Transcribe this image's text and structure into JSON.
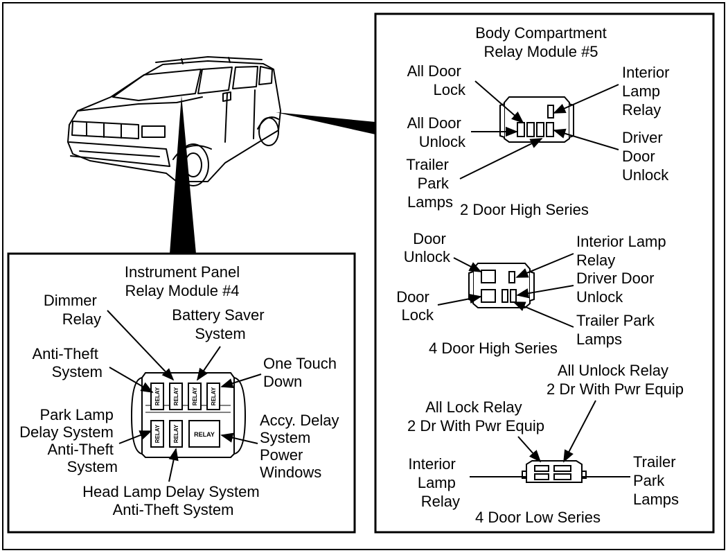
{
  "body_module": {
    "title_line1": "Body Compartment",
    "title_line2": "Relay Module #5",
    "two_door_high": {
      "series": "2 Door High Series",
      "all_door_lock": [
        "All Door",
        "Lock"
      ],
      "all_door_unlock": [
        "All Door",
        "Unlock"
      ],
      "trailer_park_lamps": [
        "Trailer",
        "Park",
        "Lamps"
      ],
      "interior_lamp_relay": [
        "Interior",
        "Lamp",
        "Relay"
      ],
      "driver_door_unlock": [
        "Driver",
        "Door",
        "Unlock"
      ]
    },
    "four_door_high": {
      "series": "4 Door High Series",
      "door_unlock": [
        "Door",
        "Unlock"
      ],
      "door_lock": [
        "Door",
        "Lock"
      ],
      "interior_lamp_relay": [
        "Interior Lamp",
        "Relay"
      ],
      "driver_door_unlock": [
        "Driver Door",
        "Unlock"
      ],
      "trailer_park_lamps": [
        "Trailer Park",
        "Lamps"
      ]
    },
    "four_door_low": {
      "series": "4 Door Low Series",
      "all_unlock_relay": [
        "All Unlock Relay",
        "2 Dr With Pwr Equip"
      ],
      "all_lock_relay": [
        "All Lock Relay",
        "2 Dr With Pwr Equip"
      ],
      "interior_lamp_relay": [
        "Interior",
        "Lamp",
        "Relay"
      ],
      "trailer_park_lamps": [
        "Trailer",
        "Park",
        "Lamps"
      ]
    }
  },
  "instrument_module": {
    "title_line1": "Instrument Panel",
    "title_line2": "Relay Module #4",
    "dimmer_relay": [
      "Dimmer",
      "Relay"
    ],
    "battery_saver": [
      "Battery Saver",
      "System"
    ],
    "anti_theft_top": [
      "Anti-Theft",
      "System"
    ],
    "one_touch_down": [
      "One Touch",
      "Down"
    ],
    "park_lamp_delay": [
      "Park Lamp",
      "Delay System",
      "Anti-Theft",
      "System"
    ],
    "accy_delay": [
      "Accy. Delay",
      "System",
      "Power",
      "Windows"
    ],
    "head_lamp_delay": [
      "Head Lamp Delay System",
      "Anti-Theft System"
    ],
    "relay_text": "RELAY"
  }
}
